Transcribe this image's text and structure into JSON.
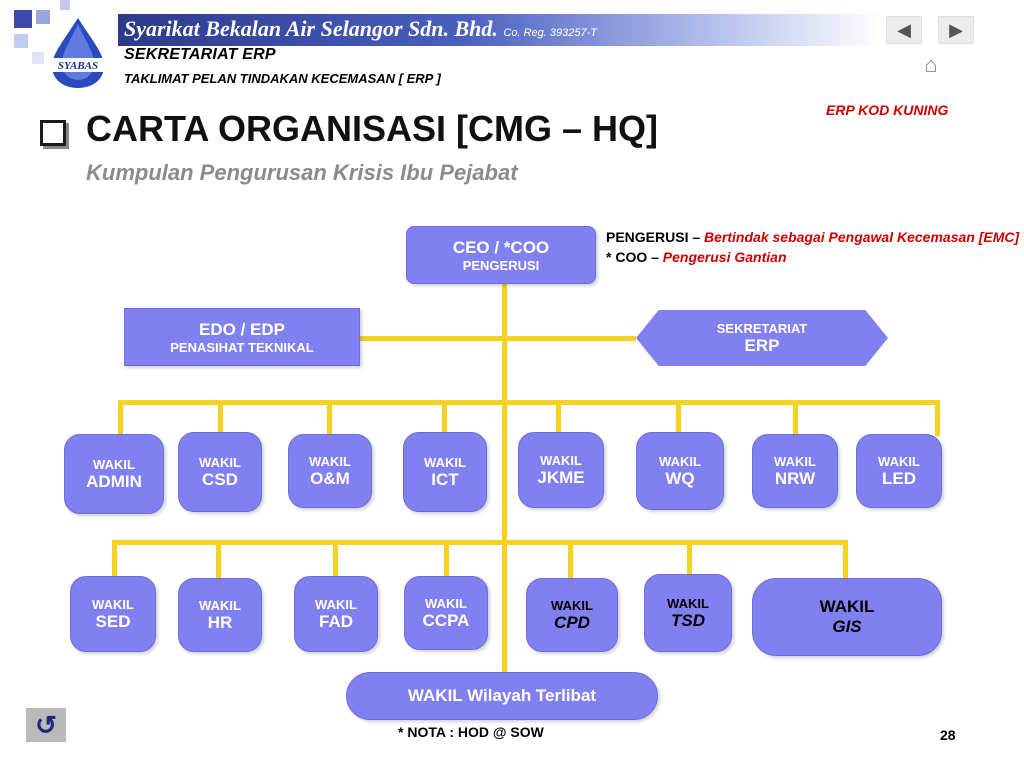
{
  "header": {
    "company_name": "Syarikat Bekalan Air Selangor Sdn. Bhd.",
    "co_reg": "Co. Reg. 393257-T",
    "subtitle_1": "SEKRETARIAT ERP",
    "subtitle_2": "TAKLIMAT PELAN TINDAKAN KECEMASAN [ ERP ]",
    "logo_text": "SYABAS",
    "prev_icon": "◀",
    "next_icon": "▶",
    "home_icon": "⌂"
  },
  "erp_kod": "ERP KOD KUNING",
  "title": "CARTA ORGANISASI [CMG – HQ]",
  "subtitle": "Kumpulan Pengurusan Krisis Ibu Pejabat",
  "org": {
    "ceo": {
      "line1": "CEO / *COO",
      "line2": "PENGERUSI"
    },
    "edo": {
      "line1": "EDO / EDP",
      "line2": "PENASIHAT TEKNIKAL"
    },
    "sekretariat": {
      "line1": "SEKRETARIAT",
      "line2": "ERP"
    },
    "row1": [
      {
        "top": "WAKIL",
        "bottom": "ADMIN"
      },
      {
        "top": "WAKIL",
        "bottom": "CSD"
      },
      {
        "top": "WAKIL",
        "bottom": "O&M"
      },
      {
        "top": "WAKIL",
        "bottom": "ICT"
      },
      {
        "top": "WAKIL",
        "bottom": "JKME"
      },
      {
        "top": "WAKIL",
        "bottom": "WQ"
      },
      {
        "top": "WAKIL",
        "bottom": "NRW"
      },
      {
        "top": "WAKIL",
        "bottom": "LED"
      }
    ],
    "row2": [
      {
        "top": "WAKIL",
        "bottom": "SED"
      },
      {
        "top": "WAKIL",
        "bottom": "HR"
      },
      {
        "top": "WAKIL",
        "bottom": "FAD"
      },
      {
        "top": "WAKIL",
        "bottom": "CCPA"
      },
      {
        "top": "WAKIL",
        "bottom": "CPD"
      },
      {
        "top": "WAKIL",
        "bottom": "TSD"
      },
      {
        "top": "WAKIL",
        "bottom": "GIS"
      }
    ],
    "wilayah": "WAKIL Wilayah Terlibat"
  },
  "notes": {
    "pengerusi_label": "PENGERUSI –",
    "pengerusi_text": "Bertindak sebagai Pengawal Kecemasan [EMC]",
    "coo_label": "* COO –",
    "coo_text": "Pengerusi Gantian"
  },
  "nota": "* NOTA : HOD @ SOW",
  "page_number": "28",
  "back_icon": "↺"
}
